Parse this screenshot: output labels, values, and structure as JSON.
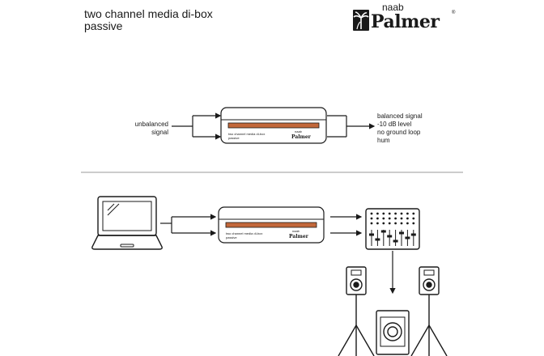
{
  "header": {
    "title_line1": "two channel media di-box",
    "title_line2": "passive",
    "brand_small": "naab",
    "brand_big": "Palmer",
    "brand_reg": "®"
  },
  "diagram": {
    "input_label": [
      "unbalanced",
      "signal"
    ],
    "output_label": [
      "balanced signal",
      "-10 dB level",
      "no ground loop",
      "hum"
    ],
    "device_label": [
      "two channel media di-box",
      "passive"
    ],
    "device_brand_small": "naab",
    "device_brand_big": "Palmer"
  },
  "colors": {
    "ink": "#1a1a1a",
    "accent": "#c2673a",
    "divider": "#9a9a9a"
  },
  "icons": [
    "palm-logo-icon",
    "laptop-icon",
    "mixer-icon",
    "speaker-icon",
    "subwoofer-icon"
  ]
}
